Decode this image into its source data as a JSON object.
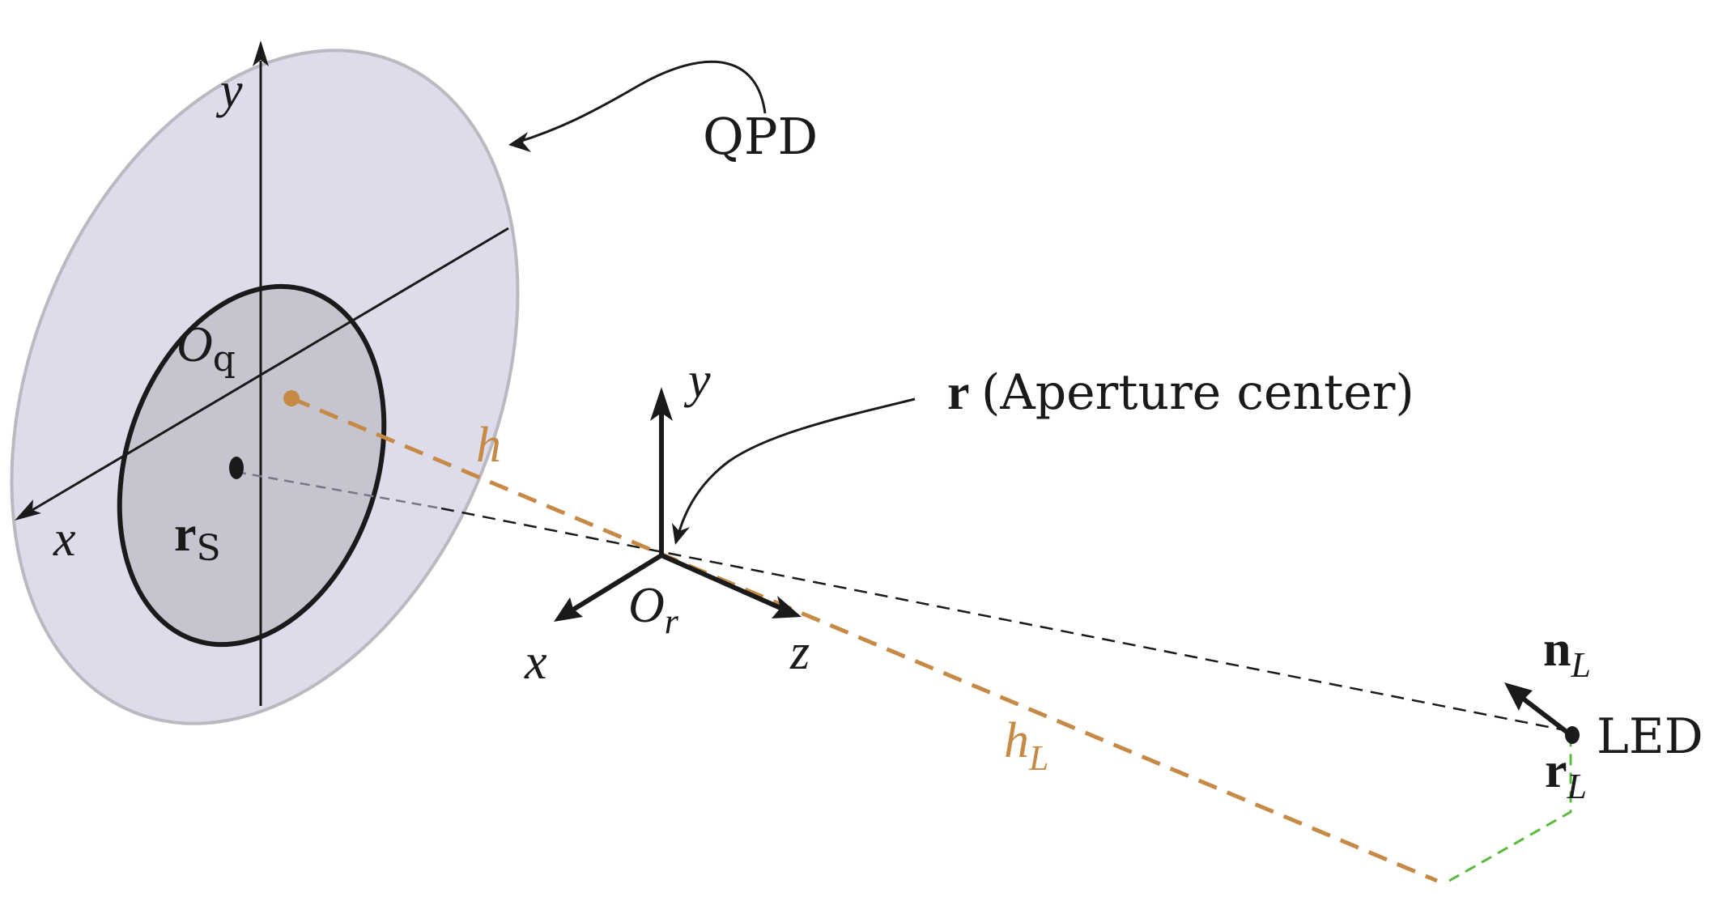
{
  "labels": {
    "qpd": "QPD",
    "aperture_bold": "r",
    "aperture_text": "(Aperture center)",
    "qpd_y_axis": "y",
    "qpd_x_axis": "x",
    "oq_main": "O",
    "oq_sub": "q",
    "rs_main": "r",
    "rs_sub": "S",
    "h": "h",
    "hl_main": "h",
    "hl_sub": "L",
    "ref_y_axis": "y",
    "ref_x_axis": "x",
    "ref_z_axis": "z",
    "or_main": "O",
    "or_sub": "r",
    "nl_main": "n",
    "nl_sub": "L",
    "led": "LED",
    "rl_main": "r",
    "rl_sub": "L"
  },
  "colors": {
    "disc_fill": "#dcdcea",
    "disc_stroke": "#b9b9bf",
    "aperture_fill": "#c5c5cf",
    "ink": "#1a1a1a",
    "orange": "#c68a46",
    "green": "#5aba3c",
    "gray_line": "#777788"
  }
}
